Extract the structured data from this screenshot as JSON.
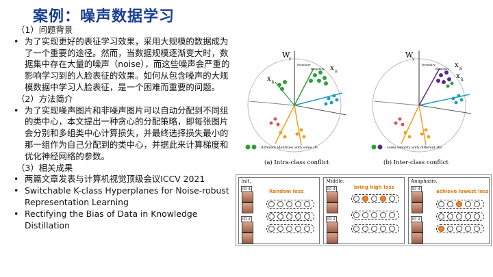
{
  "title": "案例：噪声数据学习",
  "sections": [
    {
      "heading": "（1）问题背景",
      "bullets": [
        "为了实现更好的表征学习效果，采用大规模的数据成为了一个重要的途径。然而，当数据规模逐渐变大时，数据集中存在大量的噪声（noise），而这些噪声会严重的影响学习到的人脸表征的效果。如何从包含噪声的大规模数据中学习人脸表征，是一个困难而重要的问题。"
      ]
    },
    {
      "heading": "（2）方法简介",
      "bullets": [
        "为了实现噪声图片和非噪声图片可以自动分配到不同组的类中心，本文提出一种贪心的分配策略，即每张图片会分别和多组类中心计算损失，并最终选择损失最小的那一组作为自己分配到的类中心，并据此来计算梯度和优化神经网络的参数。"
      ]
    },
    {
      "heading": "（3）相关成果",
      "bullets": [
        "两篇文章发表与计算机视觉顶级会议ICCV 2021",
        "Switchable K-class Hyperplanes for Noise-robust Representation Learning",
        "Rectifying the Bias of Data in Knowledge Distillation"
      ]
    }
  ],
  "figure_top": {
    "left_caption": "(a)  Intra-class conflict",
    "right_caption": "(b)  Inter-class conflict",
    "left_legend": ": different identities with same ID",
    "right_legend": ": same identity with different IDs",
    "w_label": "W",
    "sub_y": "y",
    "x_n": "x",
    "x_k": "x",
    "sub_n": "n",
    "sub_k": "k",
    "bound_label": "Boundary"
  },
  "figure_bottom": {
    "panels": [
      {
        "label": "Init.",
        "loss": "Random loss"
      },
      {
        "label": "Middle.",
        "loss": "bring high loss"
      },
      {
        "label": "Anaphasis.",
        "loss": "achieve lowest loss"
      }
    ],
    "id_top": "ID 4",
    "id_bottom": "ID 2"
  },
  "colors": {
    "title": "#1a3f8f",
    "green": "#2e9e3a",
    "purple": "#5a2a8a",
    "teal": "#1aa0b8",
    "orange": "#f0a020"
  }
}
